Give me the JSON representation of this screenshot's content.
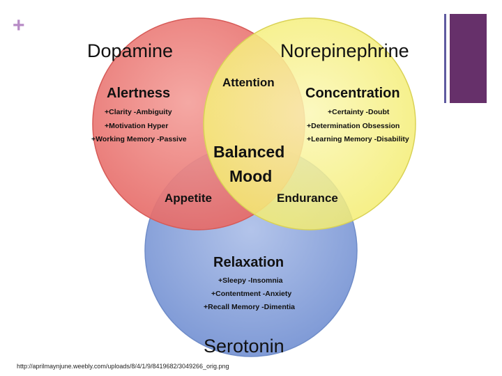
{
  "slide": {
    "plus_symbol": "+",
    "source_url": "http://aprilmaynjune.weebly.com/uploads/8/4/1/9/8419682/3049266_orig.png"
  },
  "colors": {
    "dopamine_fill": "#ec7a77",
    "norepinephrine_fill": "#f6f07f",
    "serotonin_fill": "#8da6dc",
    "accent_purple": "#66306a",
    "accent_line": "#5f5aa0"
  },
  "venn": {
    "dopamine": {
      "title": "Dopamine",
      "label": "Alertness",
      "items": [
        "+Clarity -Ambiguity",
        "+Motivation  Hyper",
        "+Working Memory -Passive"
      ]
    },
    "norepinephrine": {
      "title": "Norepinephrine",
      "label": "Concentration",
      "items": [
        "+Certainty -Doubt",
        "+Determination  Obsession",
        "+Learning Memory -Disability"
      ]
    },
    "serotonin": {
      "title": "Serotonin",
      "label": "Relaxation",
      "items": [
        "+Sleepy -Insomnia",
        "+Contentment -Anxiety",
        "+Recall Memory -Dimentia"
      ]
    },
    "overlaps": {
      "dopamine_norepinephrine": "Attention",
      "dopamine_serotonin": "Appetite",
      "norepinephrine_serotonin": "Endurance",
      "center_line1": "Balanced",
      "center_line2": "Mood"
    }
  }
}
